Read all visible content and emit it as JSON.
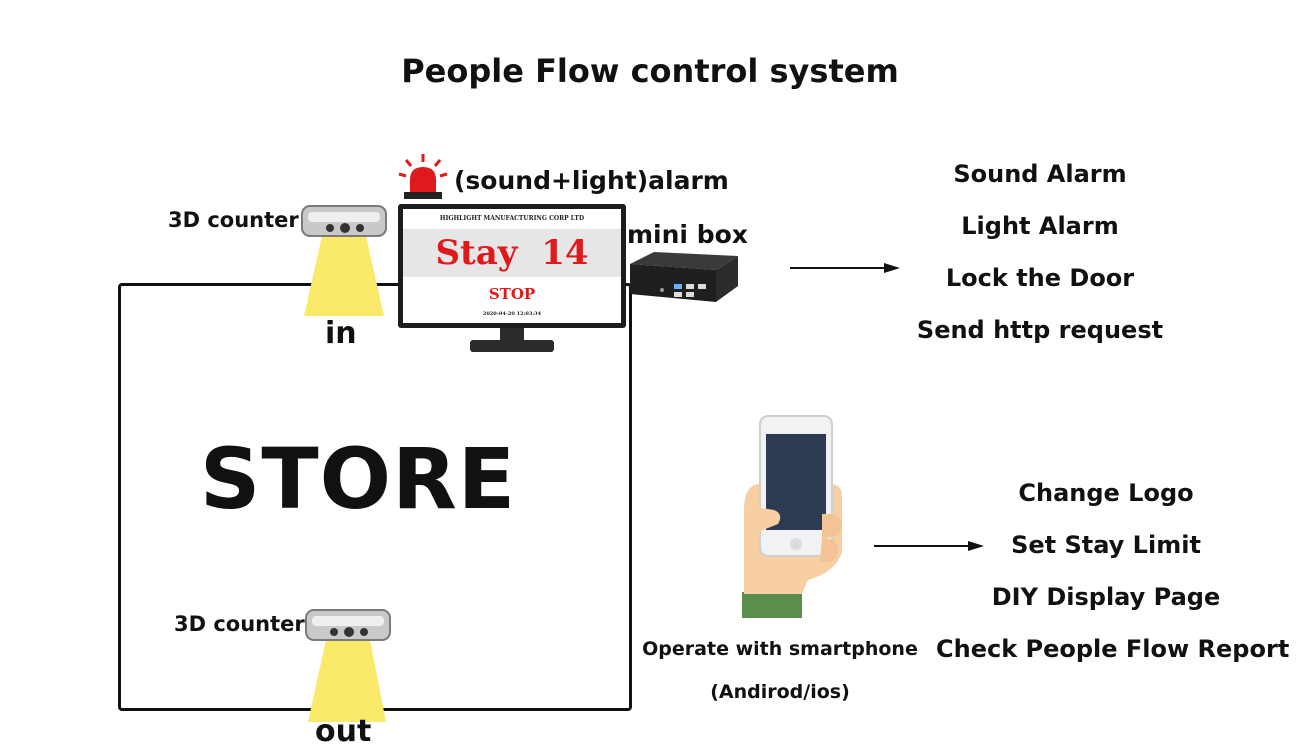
{
  "title": "People Flow control system",
  "store": {
    "label": "STORE"
  },
  "counters": {
    "top": {
      "label": "3D counter",
      "direction": "in"
    },
    "bottom": {
      "label": "3D counter",
      "direction": "out"
    }
  },
  "alarm": {
    "label": "(sound+light)alarm"
  },
  "monitor": {
    "company": "HIGHLIGHT MANUFACTURING CORP LTD",
    "stay_label": "Stay",
    "stay_count": "14",
    "status": "STOP",
    "timestamp": "2020-04-20 12:03:34"
  },
  "mini_box": {
    "label": "mini box"
  },
  "actions": [
    "Sound Alarm",
    "Light Alarm",
    "Lock the Door",
    "Send http request"
  ],
  "phone": {
    "caption_line1": "Operate with smartphone",
    "caption_line2": "(Andirod/ios)"
  },
  "phone_features": [
    "Change Logo",
    "Set Stay Limit",
    "DIY Display Page",
    "Check People Flow Report"
  ],
  "colors": {
    "light_beam": "#fbe96a",
    "alarm_red": "#e0191c",
    "phone_screen": "#2c3a52",
    "sleeve_green": "#5b8f4e"
  }
}
